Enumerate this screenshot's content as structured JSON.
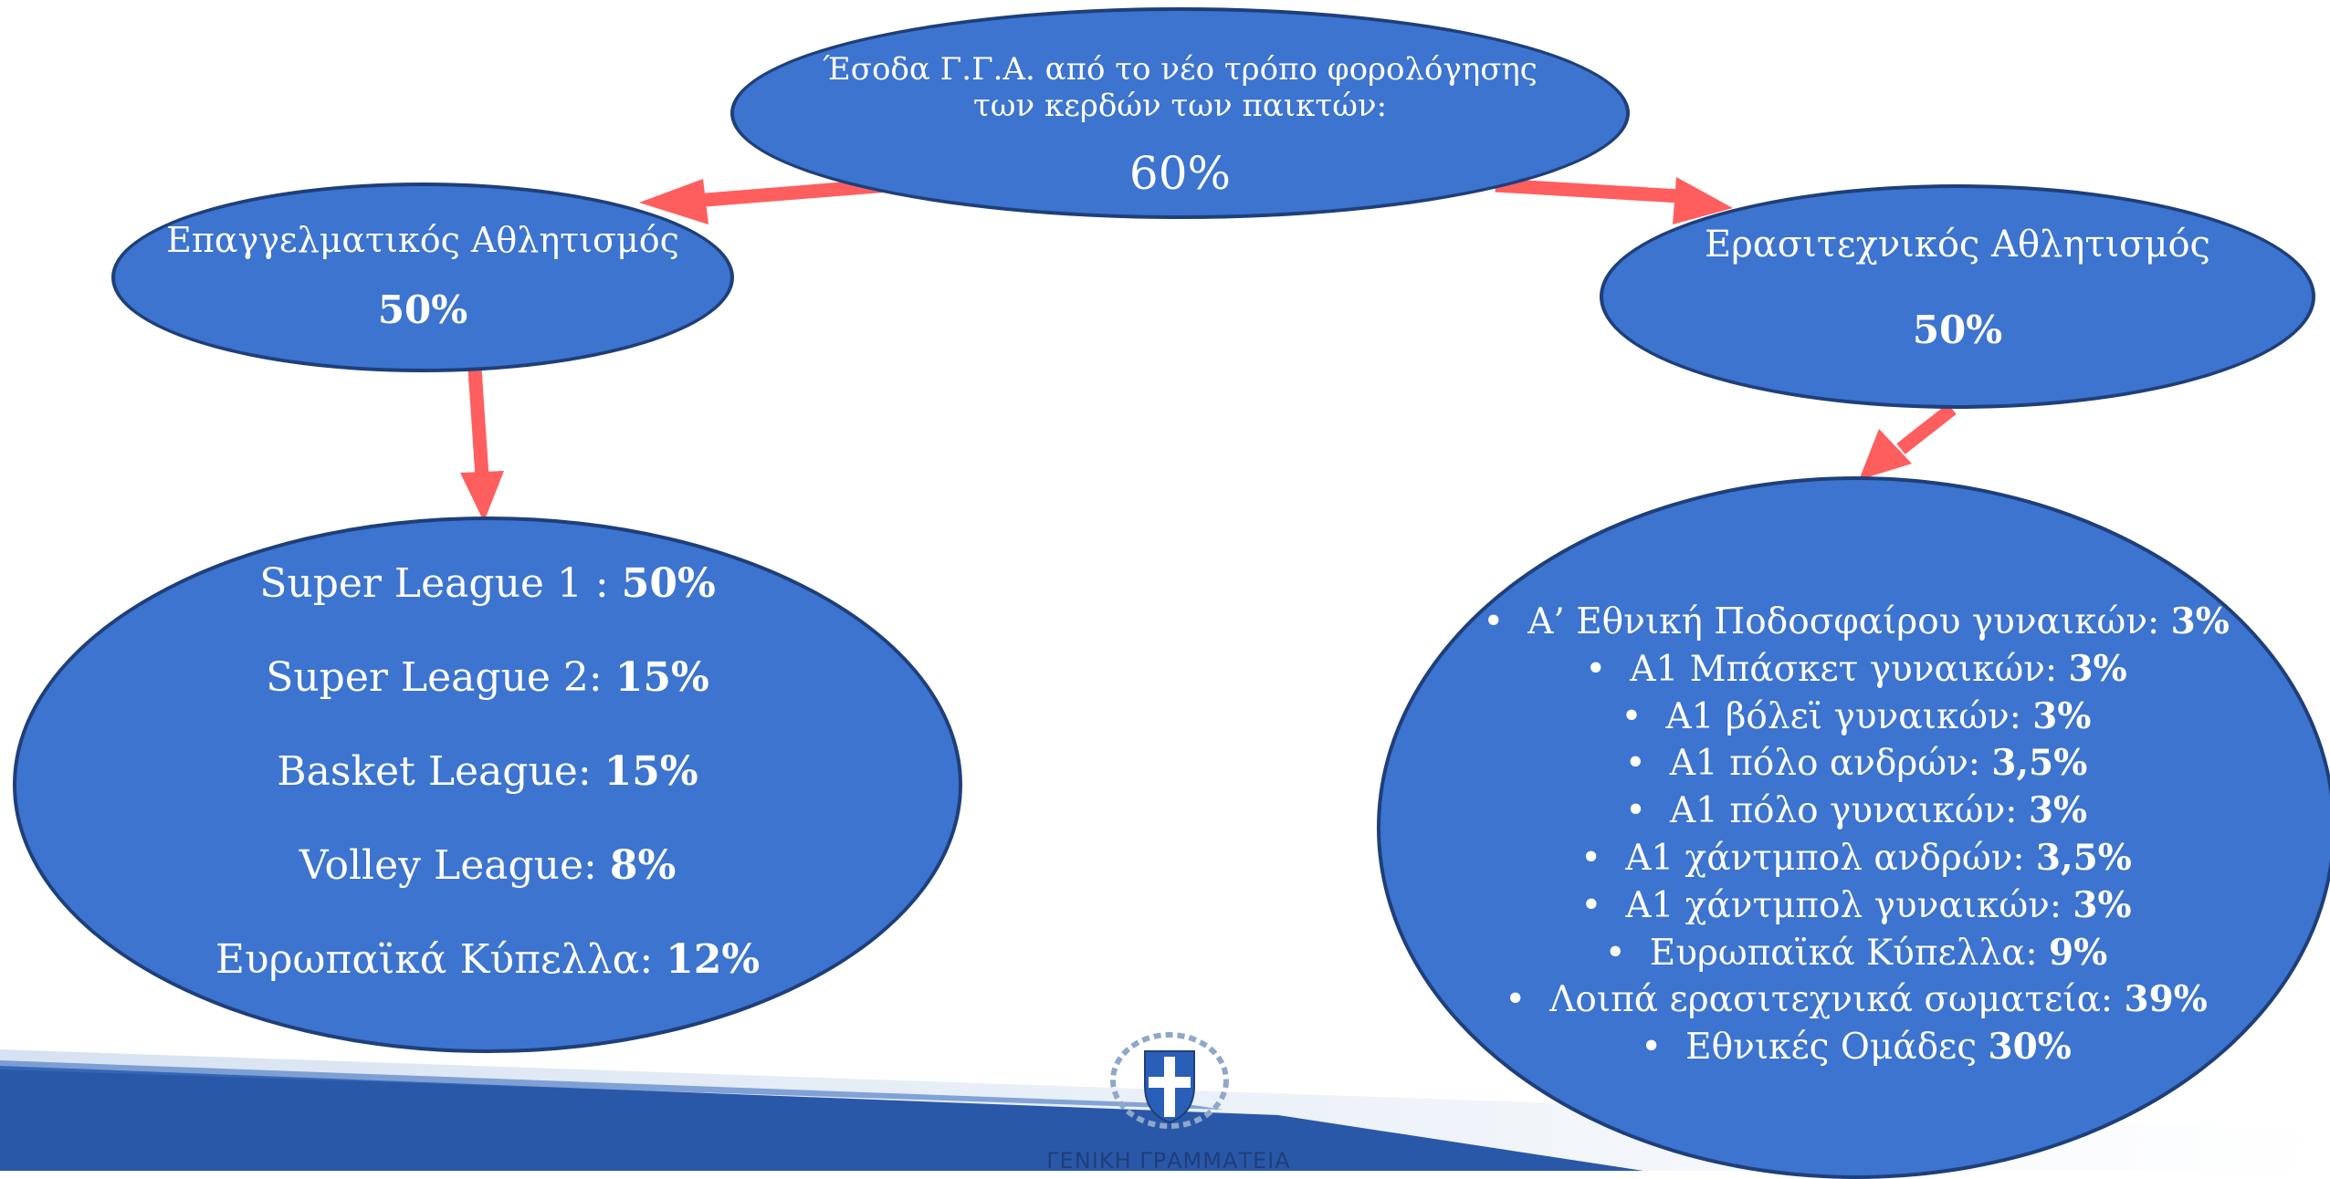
{
  "colors": {
    "ellipse_fill": "#3c74cf",
    "ellipse_border": "#1f3f7a",
    "arrow": "#ff5e5e",
    "band_dark": "#2a58a8",
    "band_light": "#d6e2f1"
  },
  "root": {
    "line1": "Έσοδα Γ.Γ.Α. από το νέο τρόπο φορολόγησης",
    "line2": "των κερδών των παικτών:",
    "value": "60%"
  },
  "professional": {
    "title": "Επαγγελματικός Αθλητισμός",
    "value": "50%"
  },
  "amateur": {
    "title": "Ερασιτεχνικός Αθλητισμός",
    "value": "50%"
  },
  "professional_breakdown": [
    {
      "label": "Super League 1 : ",
      "value": "50%"
    },
    {
      "label": "Super League 2: ",
      "value": "15%"
    },
    {
      "label": "Basket League: ",
      "value": "15%"
    },
    {
      "label": "Volley League: ",
      "value": "8%"
    },
    {
      "label": "Ευρωπαϊκά Κύπελλα: ",
      "value": "12%"
    }
  ],
  "amateur_breakdown": [
    {
      "label": "Α’ Εθνική Ποδοσφαίρου γυναικών: ",
      "value": "3%"
    },
    {
      "label": "Α1 Μπάσκετ γυναικών: ",
      "value": "3%"
    },
    {
      "label": "Α1 βόλεϊ γυναικών: ",
      "value": "3%"
    },
    {
      "label": "Α1 πόλο ανδρών: ",
      "value": "3,5%"
    },
    {
      "label": "Α1 πόλο γυναικών: ",
      "value": "3%"
    },
    {
      "label": "Α1 χάντμπολ ανδρών: ",
      "value": "3,5%"
    },
    {
      "label": "Α1 χάντμπολ γυναικών: ",
      "value": "3%"
    },
    {
      "label": "Ευρωπαϊκά Κύπελλα: ",
      "value": "9%"
    },
    {
      "label": "Λοιπά ερασιτεχνικά σωματεία: ",
      "value": "39%"
    },
    {
      "label": "Εθνικές Ομάδες ",
      "value": "30%"
    }
  ],
  "footer": {
    "emblem": "greek-coat-of-arms-icon",
    "text": "ΓΕΝΙΚΗ ΓΡΑΜΜΑΤΕΙΑ"
  }
}
